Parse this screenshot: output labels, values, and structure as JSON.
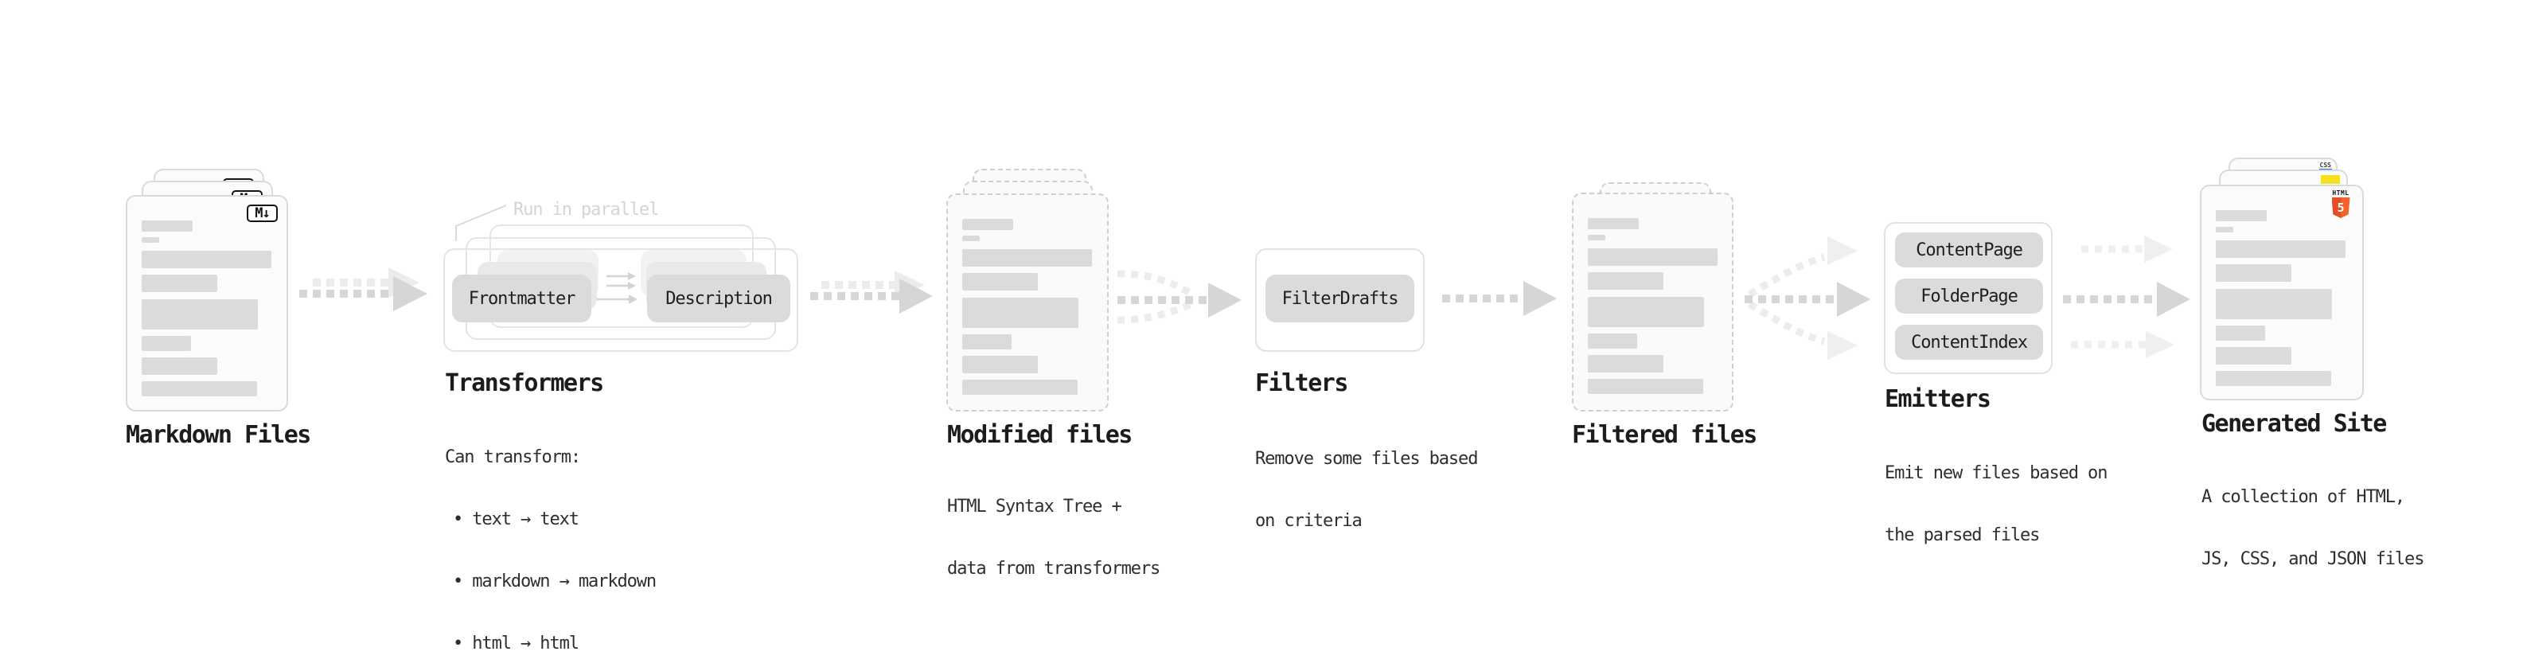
{
  "stages": {
    "markdown": {
      "label": "Markdown Files",
      "badge": "M↓"
    },
    "transformers": {
      "note": "Run in parallel",
      "pill_left": "Frontmatter",
      "pill_right": "Description",
      "label": "Transformers",
      "desc": [
        "Can transform:",
        "• text → text",
        "• markdown → markdown",
        "• html → html"
      ]
    },
    "modified": {
      "label": "Modified files",
      "desc": [
        "HTML Syntax Tree +",
        "data from transformers"
      ]
    },
    "filters": {
      "pill": "FilterDrafts",
      "label": "Filters",
      "desc": [
        "Remove some files based",
        "on criteria"
      ]
    },
    "filtered": {
      "label": "Filtered files"
    },
    "emitters": {
      "pills": [
        "ContentPage",
        "FolderPage",
        "ContentIndex"
      ],
      "label": "Emitters",
      "desc": [
        "Emit new files based on",
        "the parsed files"
      ]
    },
    "site": {
      "label": "Generated Site",
      "badge_css": "CSS",
      "badge_html_word": "HTML",
      "badge_html_number": "5",
      "desc": [
        "A collection of HTML,",
        "JS, CSS, and JSON files"
      ]
    }
  },
  "colors": {
    "js_yellow": "#f7df1e",
    "css_blue": "#2962ff",
    "html5_orange": "#e44d26",
    "html5_orange_light": "#f16529",
    "arrow_dark": "#d6d6d6",
    "arrow_light": "#ececec"
  }
}
